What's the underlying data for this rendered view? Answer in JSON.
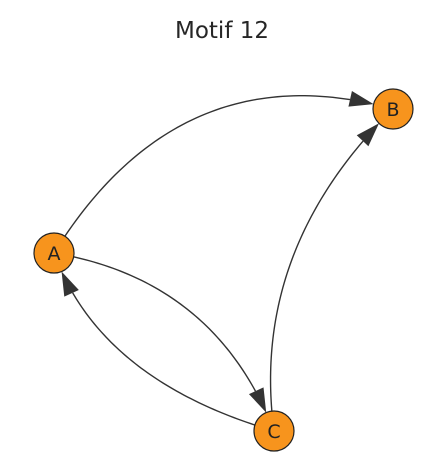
{
  "title": "Motif 12",
  "colors": {
    "node_fill": "#f7941d",
    "node_stroke": "#222222",
    "edge": "#333333",
    "background": "#ffffff"
  },
  "nodes": [
    {
      "id": "A",
      "label": "A"
    },
    {
      "id": "B",
      "label": "B"
    },
    {
      "id": "C",
      "label": "C"
    }
  ],
  "edges": [
    {
      "from": "A",
      "to": "B"
    },
    {
      "from": "A",
      "to": "C"
    },
    {
      "from": "C",
      "to": "A"
    },
    {
      "from": "C",
      "to": "B"
    }
  ]
}
